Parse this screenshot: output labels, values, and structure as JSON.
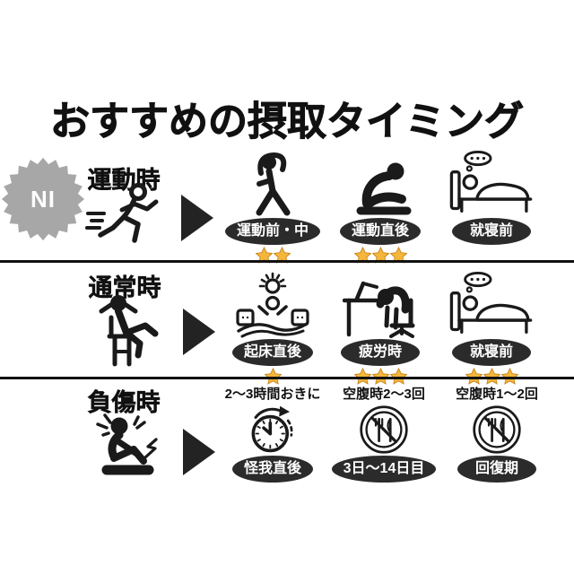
{
  "title": "おすすめの摂取タイミング",
  "brand_badge": {
    "label": "NI"
  },
  "colors": {
    "background": "#ffffff",
    "ink": "#1a1a1a",
    "badge_bg": "#2b2b2b",
    "badge_text": "#ffffff",
    "star_gold": "#f5b63c",
    "brand_gray": "#a7a7a7"
  },
  "rows": [
    {
      "label": "運動時",
      "scene_icon": "running-person",
      "items": [
        {
          "icon": "stretching-person",
          "badge": "運動前・中",
          "stars": 2
        },
        {
          "icon": "seated-forward-stretch",
          "badge": "運動直後",
          "stars": 3
        },
        {
          "icon": "sleeping-in-bed",
          "badge": "就寝前",
          "stars": 0
        }
      ]
    },
    {
      "label": "通常時",
      "scene_icon": "relaxing-on-chair",
      "items": [
        {
          "icon": "waking-up-in-bed",
          "badge": "起床直後",
          "stars": 1
        },
        {
          "icon": "tired-at-desk",
          "badge": "疲労時",
          "stars": 3
        },
        {
          "icon": "sleeping-in-bed",
          "badge": "就寝前",
          "stars": 3
        }
      ]
    },
    {
      "label": "負傷時",
      "scene_icon": "injured-person",
      "items": [
        {
          "caption": "2〜3時間おきに",
          "icon": "clock-interval",
          "badge": "怪我直後",
          "stars": 0
        },
        {
          "caption": "空腹時2〜3回",
          "icon": "no-food",
          "badge": "3日〜14日目",
          "stars": 0
        },
        {
          "caption": "空腹時1〜2回",
          "icon": "no-food",
          "badge": "回復期",
          "stars": 0
        }
      ]
    }
  ]
}
